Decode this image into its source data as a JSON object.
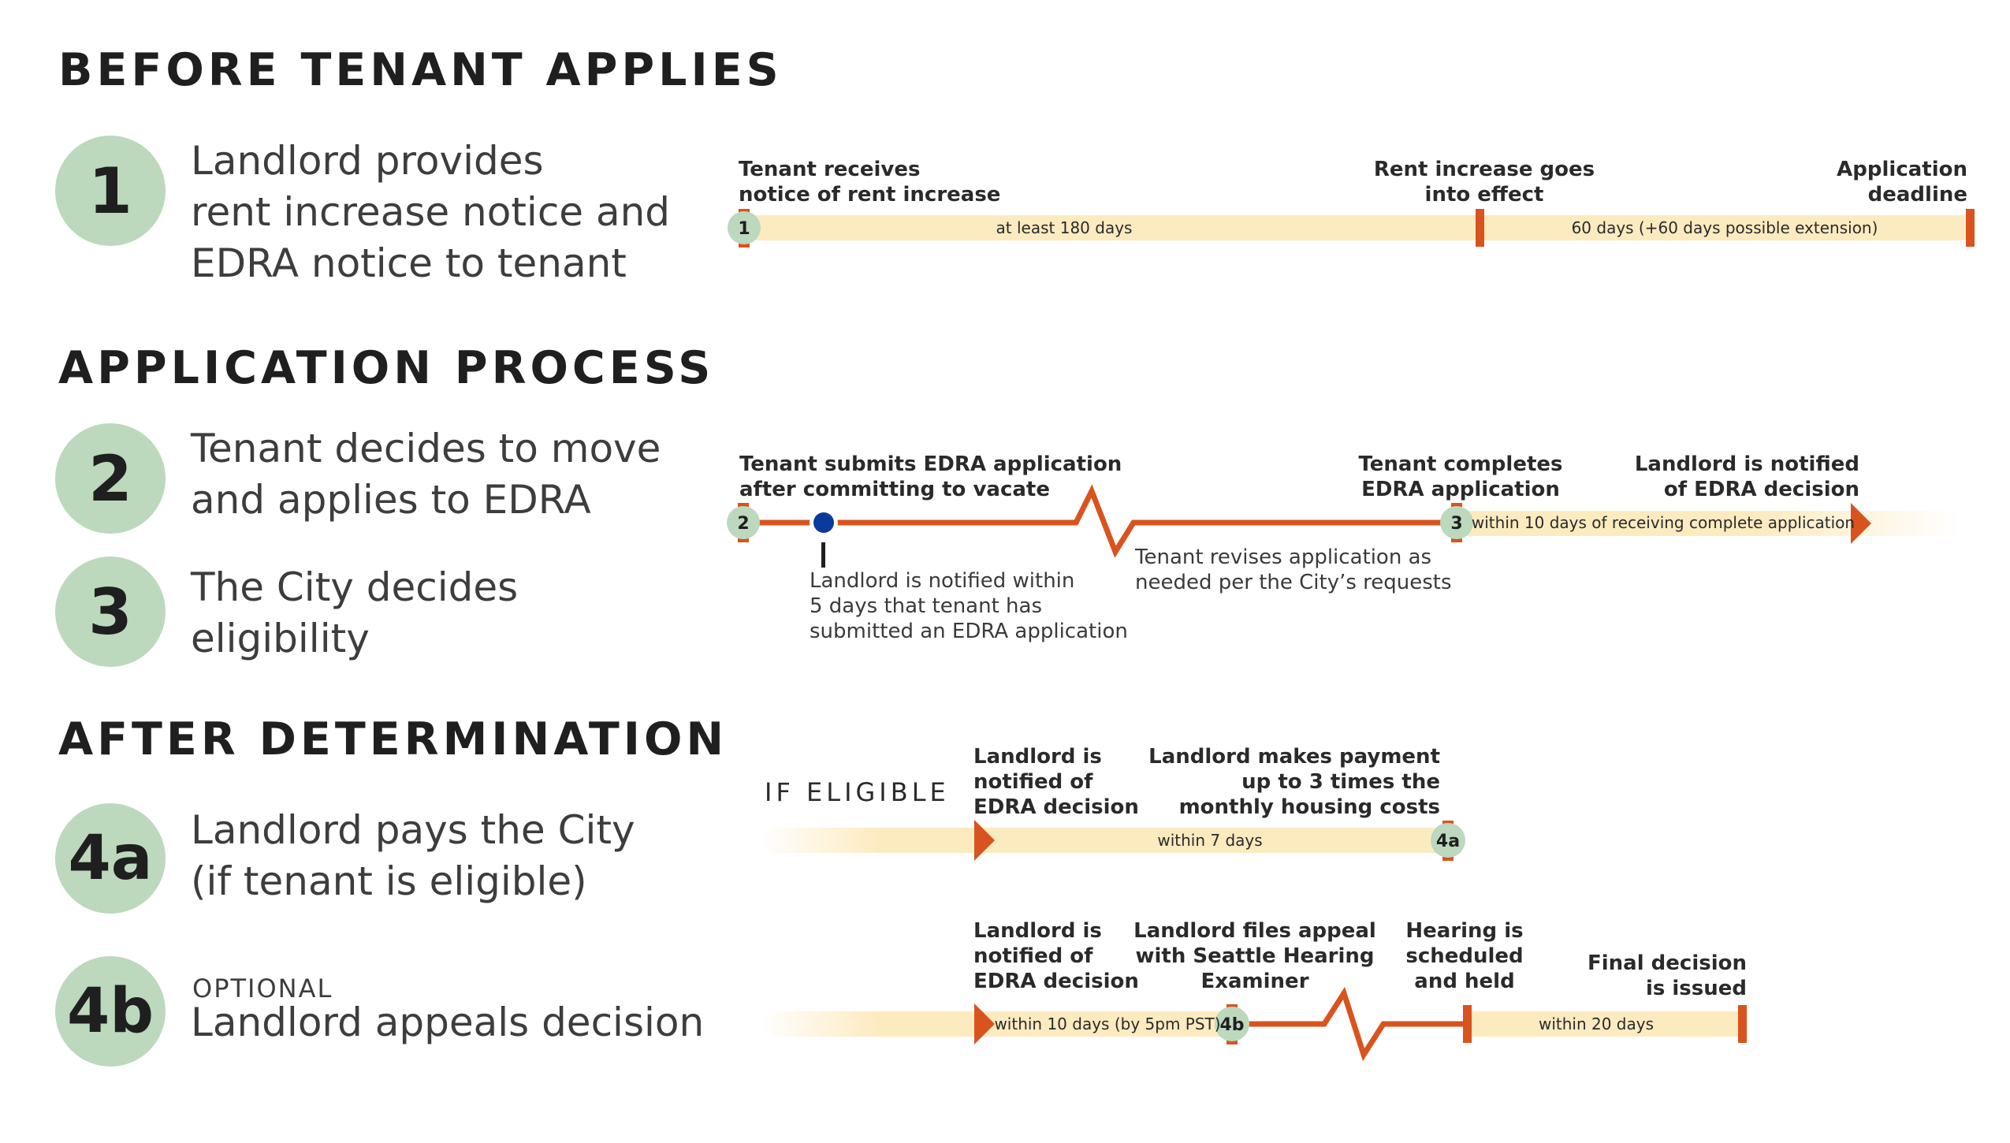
{
  "sections": {
    "before": "BEFORE TENANT APPLIES",
    "application": "APPLICATION PROCESS",
    "after": "AFTER DETERMINATION"
  },
  "steps": [
    {
      "num": "1",
      "lines": [
        "Landlord provides",
        "rent increase notice and",
        "EDRA notice to tenant"
      ]
    },
    {
      "num": "2",
      "lines": [
        "Tenant decides to move",
        "and applies to EDRA"
      ]
    },
    {
      "num": "3",
      "lines": [
        "The City decides",
        "eligibility"
      ]
    },
    {
      "num": "4a",
      "lines": [
        "Landlord pays the City",
        "(if tenant is eligible)"
      ]
    },
    {
      "num": "4b",
      "optional": "OPTIONAL",
      "lines": [
        "Landlord appeals decision"
      ]
    }
  ],
  "timeline1": {
    "start_label": [
      "Tenant receives",
      "notice of rent increase"
    ],
    "mid_label": [
      "Rent increase goes",
      "into effect"
    ],
    "end_label": [
      "Application",
      "deadline"
    ],
    "node": "1",
    "bar1": "at least 180 days",
    "bar2": "60 days (+60 days possible extension)"
  },
  "timeline2": {
    "start_label": [
      "Tenant submits EDRA application",
      "after committing to vacate"
    ],
    "complete_label": [
      "Tenant completes",
      "EDRA application"
    ],
    "notified_label": [
      "Landlord is notified",
      "of EDRA decision"
    ],
    "node_start": "2",
    "node_end": "3",
    "dot_label": [
      "Landlord is notified within",
      "5 days that tenant has",
      "submitted an EDRA application"
    ],
    "revise_label": [
      "Tenant revises application as",
      "needed per the City’s requests"
    ],
    "bar": "within 10 days of receiving complete application"
  },
  "timeline4a": {
    "eligible": "IF ELIGIBLE",
    "start_label": [
      "Landlord is",
      "notified of",
      "EDRA decision"
    ],
    "end_label": [
      "Landlord makes payment",
      "up to 3 times the",
      "monthly housing costs"
    ],
    "node": "4a",
    "bar": "within 7 days"
  },
  "timeline4b": {
    "start_label": [
      "Landlord is",
      "notified of",
      "EDRA decision"
    ],
    "appeal_label": [
      "Landlord files appeal",
      "with Seattle Hearing",
      "Examiner"
    ],
    "hearing_label": [
      "Hearing is",
      "scheduled",
      "and held"
    ],
    "final_label": [
      "Final decision",
      "is issued"
    ],
    "node": "4b",
    "bar1": "within 10 days (by 5pm PST)",
    "bar2": "within 20 days"
  },
  "colors": {
    "badge": "#bcd8bd",
    "bar": "#fdebc0",
    "accent": "#d9531e",
    "dot": "#0a3a9c"
  }
}
